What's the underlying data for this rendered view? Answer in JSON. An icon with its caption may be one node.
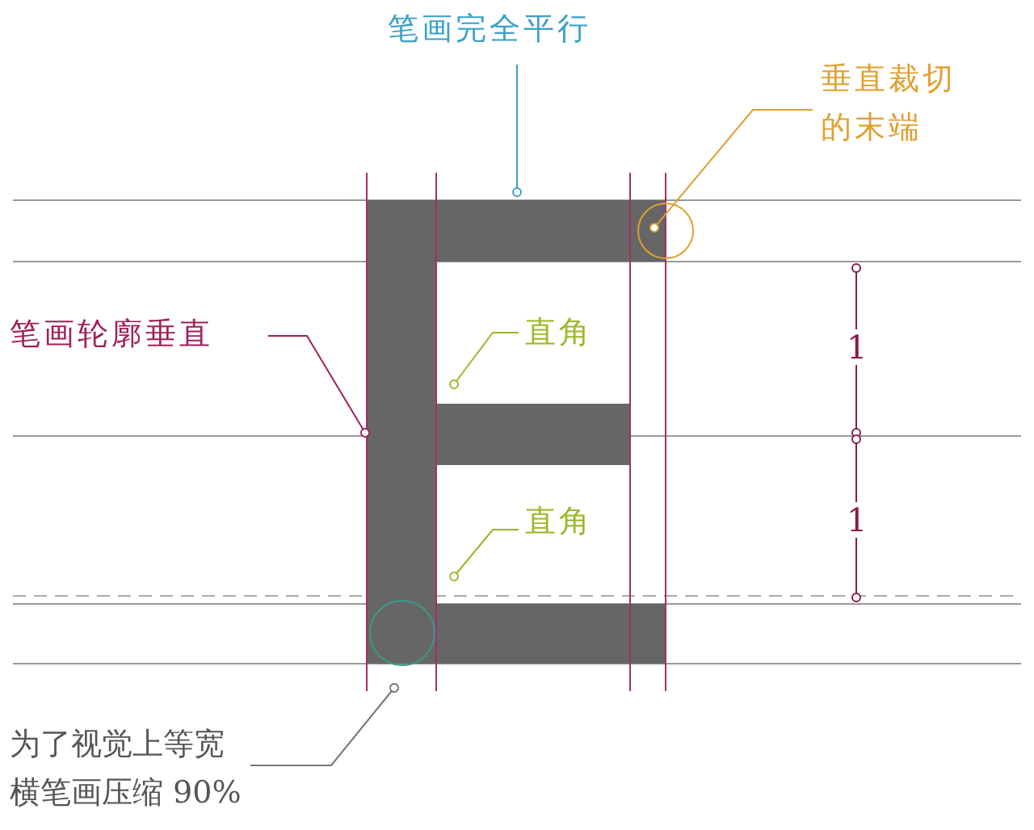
{
  "diagram": {
    "nodes": [
      {
        "text": [
          "笔画完全平行"
        ]
      },
      {
        "text": [
          "垂直裁切的末端"
        ]
      },
      {
        "text": [
          "笔画轮廓垂直"
        ]
      },
      {
        "text": [
          "直角"
        ]
      },
      {
        "text": [
          "直角"
        ]
      },
      {
        "text": [
          "为了视觉上等宽横笔画压缩 90%"
        ]
      }
    ],
    "edges": [
      {
        "from": 0,
        "to": null,
        "arrow": "other",
        "color": "#3aa0c8"
      },
      {
        "from": 1,
        "to": null,
        "arrow": "other",
        "color": "#e0a030"
      },
      {
        "from": 2,
        "to": null,
        "arrow": "other",
        "color": "#a0205a"
      },
      {
        "from": 3,
        "to": null,
        "arrow": "other",
        "color": "#9ab828"
      },
      {
        "from": 4,
        "to": null,
        "arrow": "other",
        "color": "#9ab828"
      },
      {
        "from": 5,
        "to": null,
        "arrow": "other",
        "color": "#777777"
      }
    ],
    "labels": [
      "1",
      "1"
    ]
  }
}
